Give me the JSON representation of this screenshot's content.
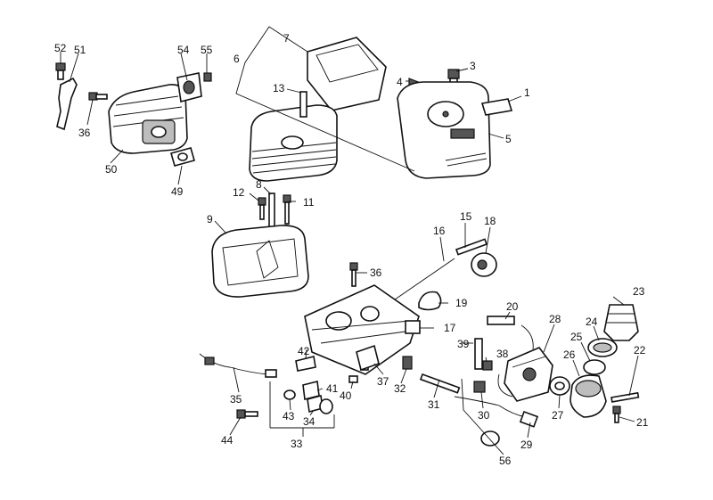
{
  "callouts": [
    {
      "id": "c1",
      "text": "1"
    },
    {
      "id": "c3",
      "text": "3"
    },
    {
      "id": "c4",
      "text": "4"
    },
    {
      "id": "c5",
      "text": "5"
    },
    {
      "id": "c6",
      "text": "6"
    },
    {
      "id": "c7",
      "text": "7"
    },
    {
      "id": "c8",
      "text": "8"
    },
    {
      "id": "c9",
      "text": "9"
    },
    {
      "id": "c11",
      "text": "11"
    },
    {
      "id": "c12",
      "text": "12"
    },
    {
      "id": "c13",
      "text": "13"
    },
    {
      "id": "c15",
      "text": "15"
    },
    {
      "id": "c16",
      "text": "16"
    },
    {
      "id": "c17",
      "text": "17"
    },
    {
      "id": "c18",
      "text": "18"
    },
    {
      "id": "c19",
      "text": "19"
    },
    {
      "id": "c20",
      "text": "20"
    },
    {
      "id": "c21",
      "text": "21"
    },
    {
      "id": "c22",
      "text": "22"
    },
    {
      "id": "c23",
      "text": "23"
    },
    {
      "id": "c24",
      "text": "24"
    },
    {
      "id": "c25",
      "text": "25"
    },
    {
      "id": "c26",
      "text": "26"
    },
    {
      "id": "c27",
      "text": "27"
    },
    {
      "id": "c28",
      "text": "28"
    },
    {
      "id": "c29",
      "text": "29"
    },
    {
      "id": "c30",
      "text": "30"
    },
    {
      "id": "c31",
      "text": "31"
    },
    {
      "id": "c32",
      "text": "32"
    },
    {
      "id": "c33",
      "text": "33"
    },
    {
      "id": "c34",
      "text": "34"
    },
    {
      "id": "c35",
      "text": "35"
    },
    {
      "id": "c36a",
      "text": "36"
    },
    {
      "id": "c36b",
      "text": "36"
    },
    {
      "id": "c37",
      "text": "37"
    },
    {
      "id": "c38",
      "text": "38"
    },
    {
      "id": "c39",
      "text": "39"
    },
    {
      "id": "c40",
      "text": "40"
    },
    {
      "id": "c41",
      "text": "41"
    },
    {
      "id": "c42",
      "text": "42"
    },
    {
      "id": "c43",
      "text": "43"
    },
    {
      "id": "c44",
      "text": "44"
    },
    {
      "id": "c49",
      "text": "49"
    },
    {
      "id": "c50",
      "text": "50"
    },
    {
      "id": "c51",
      "text": "51"
    },
    {
      "id": "c52",
      "text": "52"
    },
    {
      "id": "c54",
      "text": "54"
    },
    {
      "id": "c55",
      "text": "55"
    },
    {
      "id": "c56",
      "text": "56"
    }
  ]
}
